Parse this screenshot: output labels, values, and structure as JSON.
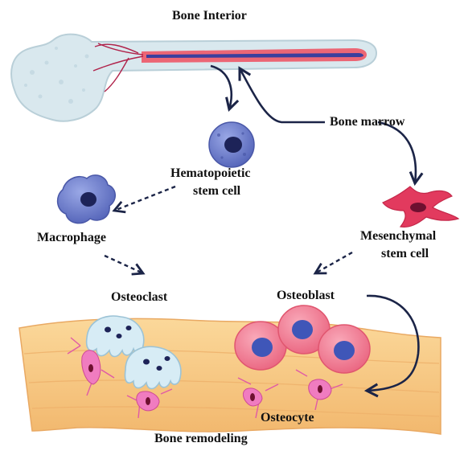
{
  "labels": {
    "bone_interior": "Bone Interior",
    "bone_marrow": "Bone marrow",
    "hematopoietic_line1": "Hematopoietic",
    "hematopoietic_line2": "stem cell",
    "macrophage": "Macrophage",
    "mesenchymal_line1": "Mesenchymal",
    "mesenchymal_line2": "stem cell",
    "osteoclast": "Osteoclast",
    "osteoblast": "Osteoblast",
    "osteocyte": "Osteocyte",
    "bone_remodeling": "Bone remodeling"
  },
  "colors": {
    "arrow": "#1b2447",
    "bone": "#d9e8ee",
    "marrow": "#ec6675",
    "marrow_core": "#3a3f9e",
    "blue_cell": "#6f7fcf",
    "nucleus_dark": "#1d2358",
    "mesenchymal_cell": "#e23a5e",
    "osteoclast": "#d7ecf5",
    "osteoblast": "#f27f96",
    "osteoblast_nucleus": "#3f56b8",
    "osteocyte": "#e05aa6",
    "tissue": "#f6c783"
  }
}
